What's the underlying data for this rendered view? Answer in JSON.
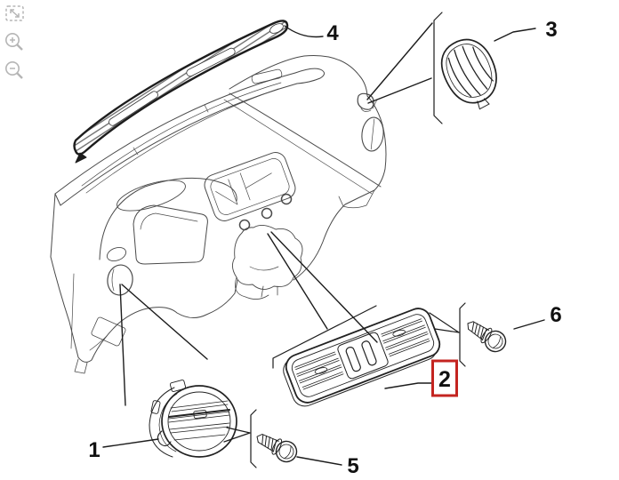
{
  "app": {
    "kind": "parts-catalog-viewer",
    "background_color": "#ffffff"
  },
  "toolbar": {
    "icon_color": "#b5b5b5",
    "icons": [
      {
        "name": "fit-to-view-icon"
      },
      {
        "name": "zoom-in-icon"
      },
      {
        "name": "zoom-out-icon"
      }
    ]
  },
  "diagram": {
    "line_color": "#3a3a3a",
    "leader_color": "#1c1c1c",
    "highlight_color": "#c42420",
    "callouts": [
      {
        "number": "1",
        "name": "round-side-air-vent",
        "highlighted": false
      },
      {
        "number": "2",
        "name": "central-dashboard-air-vent",
        "highlighted": true
      },
      {
        "number": "3",
        "name": "oval-side-air-vent",
        "highlighted": false
      },
      {
        "number": "4",
        "name": "windscreen-defroster-vent-grille",
        "highlighted": false
      },
      {
        "number": "5",
        "name": "self-tapping-screw",
        "highlighted": false
      },
      {
        "number": "6",
        "name": "flanged-hex-screw",
        "highlighted": false
      }
    ]
  }
}
